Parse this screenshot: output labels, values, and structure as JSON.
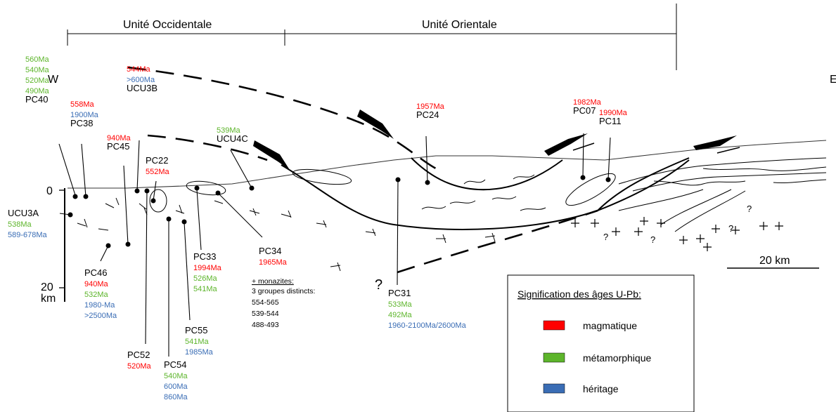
{
  "units": {
    "west_label": "Unité Occidentale",
    "east_label": "Unité Orientale"
  },
  "directions": {
    "west": "W",
    "east": "E"
  },
  "depth_axis": {
    "zero": "0",
    "twenty": "20",
    "unit": "km"
  },
  "scale_bar": {
    "label": "20 km"
  },
  "colors": {
    "magmatic": "#ff0000",
    "metamorphic": "#5db52b",
    "inheritance": "#3a6db5"
  },
  "samples": [
    {
      "id": "PC40",
      "name": "PC40",
      "ages": [
        {
          "text": "560Ma",
          "kind": "metamorphic"
        },
        {
          "text": "540Ma",
          "kind": "metamorphic"
        },
        {
          "text": "520Ma",
          "kind": "metamorphic"
        },
        {
          "text": "490Ma",
          "kind": "metamorphic"
        }
      ]
    },
    {
      "id": "PC38",
      "name": "PC38",
      "ages": [
        {
          "text": "558Ma",
          "kind": "magmatic"
        },
        {
          "text": "1900Ma",
          "kind": "inheritance"
        }
      ]
    },
    {
      "id": "PC45",
      "name": "PC45",
      "ages": [
        {
          "text": "940Ma",
          "kind": "magmatic"
        }
      ]
    },
    {
      "id": "UCU3B",
      "name": "UCU3B",
      "ages": [
        {
          "text": "544Ma",
          "kind": "magmatic"
        },
        {
          "text": ">600Ma",
          "kind": "inheritance"
        }
      ]
    },
    {
      "id": "PC22",
      "name": "PC22",
      "ages": [
        {
          "text": "552Ma",
          "kind": "magmatic"
        }
      ]
    },
    {
      "id": "UCU4C",
      "name": "UCU4C",
      "ages": [
        {
          "text": "539Ma",
          "kind": "metamorphic"
        }
      ]
    },
    {
      "id": "PC24",
      "name": "PC24",
      "ages": [
        {
          "text": "1957Ma",
          "kind": "magmatic"
        }
      ]
    },
    {
      "id": "PC07",
      "name": "PC07",
      "ages": [
        {
          "text": "1982Ma",
          "kind": "magmatic"
        }
      ]
    },
    {
      "id": "PC11",
      "name": "PC11",
      "ages": [
        {
          "text": "1990Ma",
          "kind": "magmatic"
        }
      ]
    },
    {
      "id": "UCU3A",
      "name": "UCU3A",
      "ages": [
        {
          "text": "538Ma",
          "kind": "metamorphic"
        },
        {
          "text": "589-678Ma",
          "kind": "inheritance"
        }
      ]
    },
    {
      "id": "PC46",
      "name": "PC46",
      "ages": [
        {
          "text": "940Ma",
          "kind": "magmatic"
        },
        {
          "text": "532Ma",
          "kind": "metamorphic"
        },
        {
          "text": "1980-Ma",
          "kind": "inheritance"
        },
        {
          "text": ">2500Ma",
          "kind": "inheritance"
        }
      ]
    },
    {
      "id": "PC33",
      "name": "PC33",
      "ages": [
        {
          "text": "1994Ma",
          "kind": "magmatic"
        },
        {
          "text": "526Ma",
          "kind": "metamorphic"
        },
        {
          "text": "541Ma",
          "kind": "metamorphic"
        }
      ]
    },
    {
      "id": "PC34",
      "name": "PC34",
      "ages": [
        {
          "text": "1965Ma",
          "kind": "magmatic"
        }
      ]
    },
    {
      "id": "PC55",
      "name": "PC55",
      "ages": [
        {
          "text": "541Ma",
          "kind": "metamorphic"
        },
        {
          "text": "1985Ma",
          "kind": "inheritance"
        }
      ]
    },
    {
      "id": "PC52",
      "name": "PC52",
      "ages": [
        {
          "text": "520Ma",
          "kind": "magmatic"
        }
      ]
    },
    {
      "id": "PC54",
      "name": "PC54",
      "ages": [
        {
          "text": "540Ma",
          "kind": "metamorphic"
        },
        {
          "text": "600Ma",
          "kind": "inheritance"
        },
        {
          "text": "860Ma",
          "kind": "inheritance"
        }
      ]
    },
    {
      "id": "PC31",
      "name": "PC31",
      "ages": [
        {
          "text": "533Ma",
          "kind": "metamorphic"
        },
        {
          "text": "492Ma",
          "kind": "metamorphic"
        },
        {
          "text": "1960-2100Ma/2600Ma",
          "kind": "inheritance"
        }
      ]
    }
  ],
  "monazites": {
    "title": "+ monazites:",
    "subtitle": "3 groupes distincts:",
    "groups": [
      "554-565",
      "539-544",
      "488-493"
    ]
  },
  "question_marks": [
    "?",
    "?",
    "?",
    "?",
    "?"
  ],
  "legend": {
    "title": "Signification des âges U-Pb:",
    "items": [
      {
        "label": "magmatique",
        "color": "#ff0000"
      },
      {
        "label": "métamorphique",
        "color": "#5db52b"
      },
      {
        "label": "héritage",
        "color": "#3a6db5"
      }
    ]
  }
}
